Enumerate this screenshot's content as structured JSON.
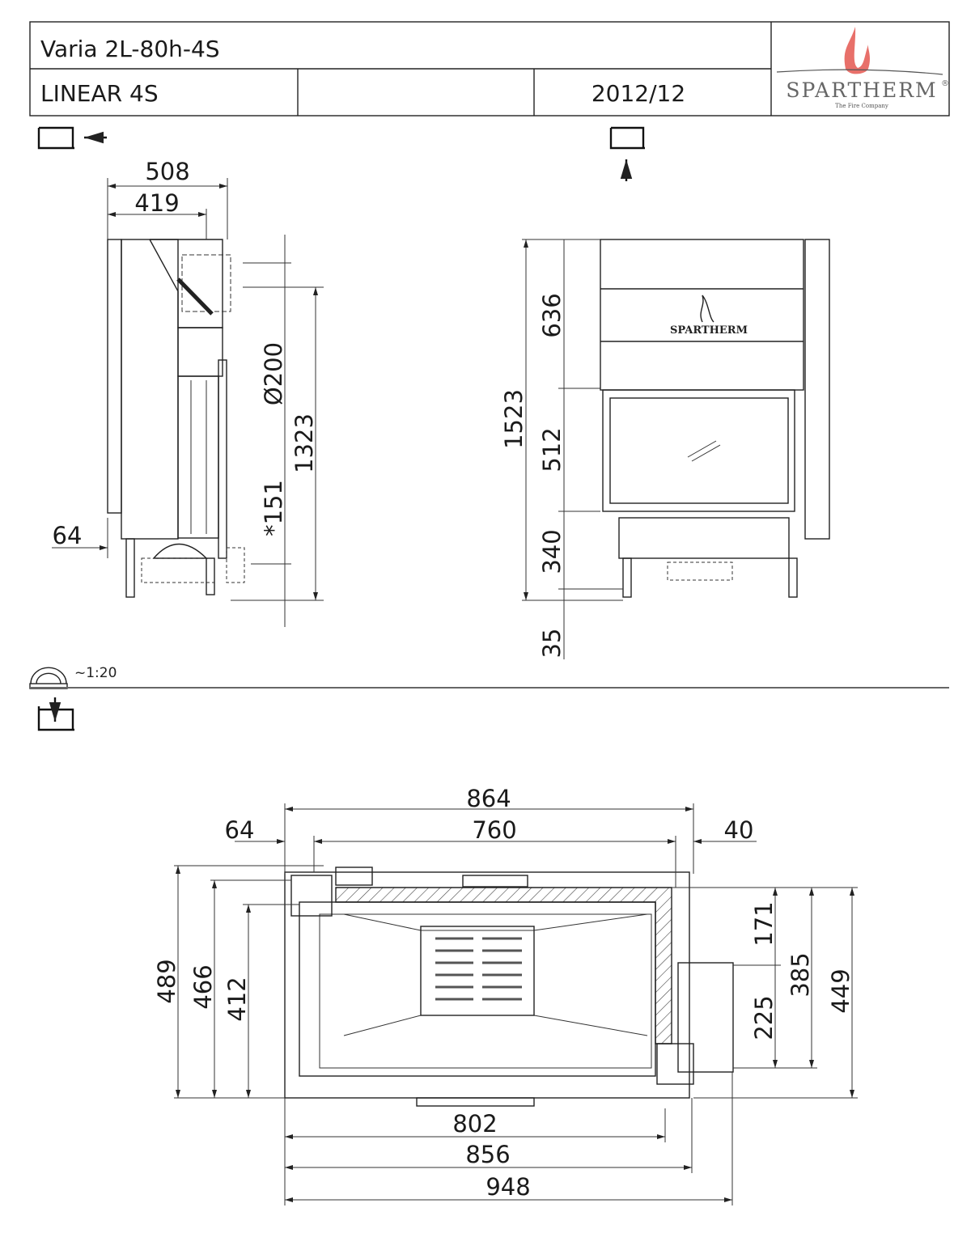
{
  "title_block": {
    "model": "Varia 2L-80h-4S",
    "series": "LINEAR 4S",
    "middle_cell": "",
    "date": "2012/12",
    "logo": {
      "brand": "SPARTHERM",
      "tagline": "The Fire Company",
      "registered": "®",
      "flame_color": "#e8706a"
    }
  },
  "side_view": {
    "view_icon": "side-view-arrow-left-icon",
    "dims": {
      "width_total": "508",
      "width_inner": "419",
      "flue_diameter": "Ø200",
      "flue_height": "1323",
      "asterisk_height": "*151",
      "leg_offset": "64"
    }
  },
  "front_view": {
    "view_icon": "front-view-arrow-up-icon",
    "logo_text": "SPARTHERM",
    "dims": {
      "total_height": "1523",
      "top_section": "636",
      "glass": "512",
      "bottom": "340",
      "feet": "35"
    }
  },
  "scale": {
    "icon": "protractor-icon",
    "label": "~1:20"
  },
  "plan_view": {
    "view_icon": "top-view-arrow-down-icon",
    "dims": {
      "top_total": "864",
      "top_inner": "760",
      "left_offset": "64",
      "right_offset": "40",
      "left_489": "489",
      "left_466": "466",
      "left_412": "412",
      "right_171": "171",
      "right_225": "225",
      "right_385": "385",
      "right_449": "449",
      "bottom_802": "802",
      "bottom_856": "856",
      "bottom_948": "948"
    }
  }
}
